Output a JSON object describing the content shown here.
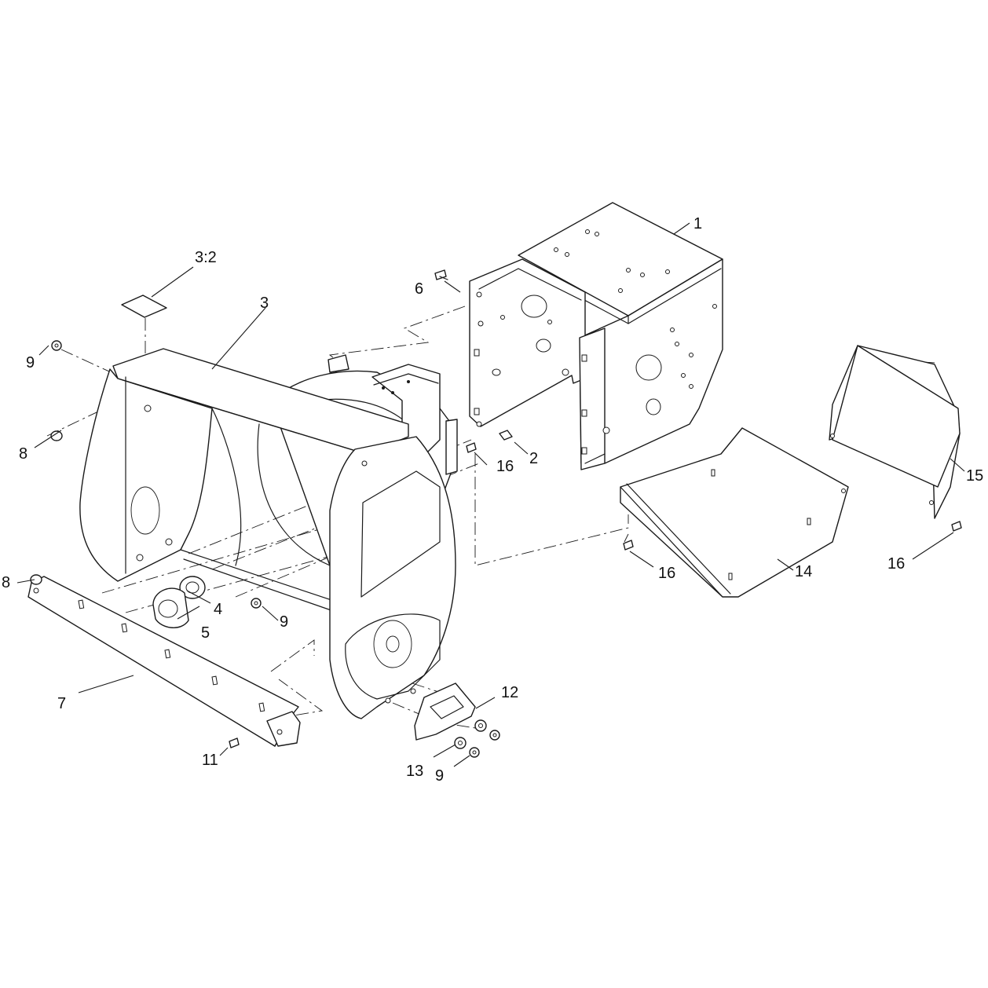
{
  "callouts": {
    "c1": "1",
    "c2": "2",
    "c3": "3",
    "c3_2": "3:2",
    "c4": "4",
    "c5": "5",
    "c6": "6",
    "c7": "7",
    "c8_top": "8",
    "c8_left": "8",
    "c9_top": "9",
    "c9_mid": "9",
    "c9_bottom": "9",
    "c11": "11",
    "c12": "12",
    "c13": "13",
    "c14": "14",
    "c15": "15",
    "c16_a": "16",
    "c16_b": "16",
    "c16_c": "16"
  }
}
